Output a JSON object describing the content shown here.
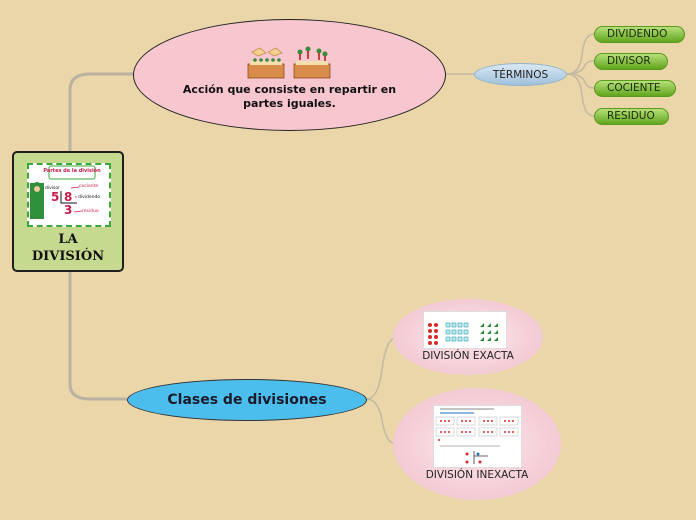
{
  "central": {
    "title_line1": "LA",
    "title_line2": "DIVISIÓN"
  },
  "central_thumb": {
    "heading": "Partes de la división",
    "labels": [
      "divisor",
      "cociente",
      "dividendo",
      "residuo"
    ],
    "digits": [
      "5",
      "8",
      "3"
    ]
  },
  "accion": {
    "text": "Acción que consiste en repartir en partes iguales."
  },
  "terminos": {
    "label": "TÉRMINOS",
    "items": [
      "DIVIDENDO",
      "DIVISOR",
      "COCIENTE",
      "RESIDUO"
    ]
  },
  "clases": {
    "label": "Clases de divisiones"
  },
  "exacta": {
    "label": "DIVISIÓN EXACTA"
  },
  "inexacta": {
    "label": "DIVISIÓN INEXACTA"
  },
  "colors": {
    "background": "#ead6a8",
    "central_fill": "#c5d98f",
    "accion_fill": "#f7c6cf",
    "clases_fill": "#4bbeee",
    "pill_green": "#62a51d",
    "connector": "#c2b8a3"
  }
}
